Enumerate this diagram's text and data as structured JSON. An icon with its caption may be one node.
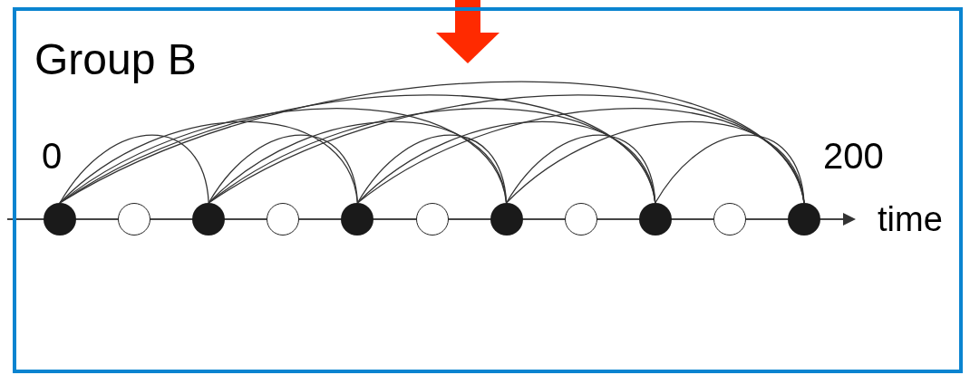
{
  "diagram": {
    "nodes": [
      {
        "text": [
          "Group B"
        ]
      },
      {
        "text": [],
        "shape": "dot",
        "in": 0
      },
      {
        "text": [],
        "shape": "circle",
        "in": 0
      },
      {
        "text": [],
        "shape": "dot",
        "in": 0
      },
      {
        "text": [],
        "shape": "circle",
        "in": 0
      },
      {
        "text": [],
        "shape": "dot",
        "in": 0
      },
      {
        "text": [],
        "shape": "circle",
        "in": 0
      },
      {
        "text": [],
        "shape": "dot",
        "in": 0
      },
      {
        "text": [],
        "shape": "circle",
        "in": 0
      },
      {
        "text": [],
        "shape": "dot",
        "in": 0
      },
      {
        "text": [],
        "shape": "circle",
        "in": 0
      },
      {
        "text": [],
        "shape": "dot",
        "in": 0
      }
    ],
    "edges": [
      {
        "from": null,
        "to": 0,
        "arrow": "to",
        "style": "thick",
        "color": "#ff2a00"
      },
      {
        "from": 1,
        "to": 3,
        "arrow": "none"
      },
      {
        "from": 1,
        "to": 5,
        "arrow": "none"
      },
      {
        "from": 1,
        "to": 7,
        "arrow": "none"
      },
      {
        "from": 1,
        "to": 9,
        "arrow": "none"
      },
      {
        "from": 1,
        "to": 11,
        "arrow": "none"
      },
      {
        "from": 3,
        "to": 5,
        "arrow": "none"
      },
      {
        "from": 3,
        "to": 7,
        "arrow": "none"
      },
      {
        "from": 3,
        "to": 9,
        "arrow": "none"
      },
      {
        "from": 3,
        "to": 11,
        "arrow": "none"
      },
      {
        "from": 5,
        "to": 7,
        "arrow": "none"
      },
      {
        "from": 5,
        "to": 9,
        "arrow": "none"
      },
      {
        "from": 5,
        "to": 11,
        "arrow": "none"
      },
      {
        "from": 7,
        "to": 9,
        "arrow": "none"
      },
      {
        "from": 7,
        "to": 11,
        "arrow": "none"
      },
      {
        "from": 9,
        "to": 11,
        "arrow": "none"
      }
    ],
    "labels": [
      "0",
      "200",
      "time"
    ]
  }
}
